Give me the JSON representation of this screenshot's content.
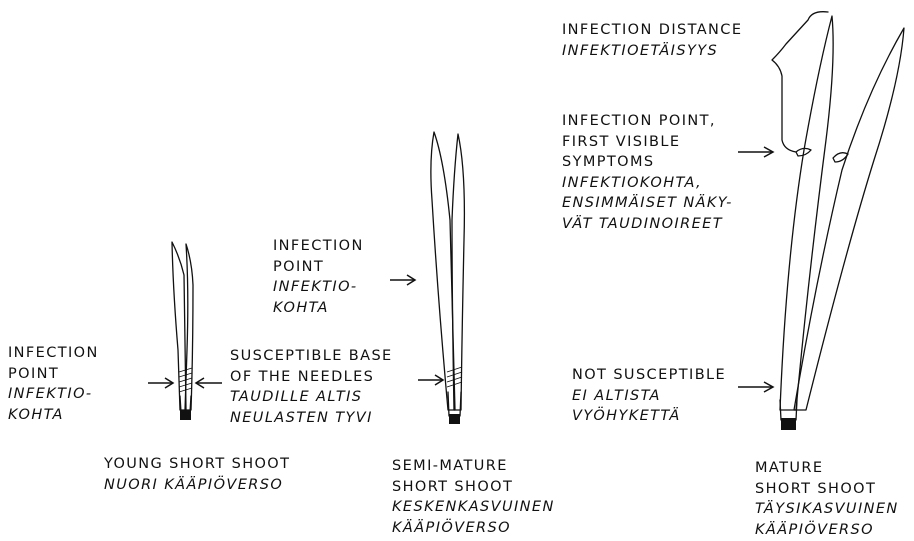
{
  "shoots": {
    "young": {
      "name_en": "YOUNG SHORT SHOOT",
      "name_fi": "NUORI KÄÄPIÖVERSO",
      "infection_en": [
        "INFECTION",
        "POINT"
      ],
      "infection_fi": [
        "INFEKTIO-",
        "KOHTA"
      ]
    },
    "semi_mature": {
      "name_en": [
        "SEMI-MATURE",
        "SHORT SHOOT"
      ],
      "name_fi": [
        "KESKENKASVUINEN",
        "KÄÄPIÖVERSO"
      ],
      "infection_en": [
        "INFECTION",
        "POINT"
      ],
      "infection_fi": [
        "INFEKTIO-",
        "KOHTA"
      ],
      "base_en": [
        "SUSCEPTIBLE BASE",
        "OF THE NEEDLES"
      ],
      "base_fi": [
        "TAUDILLE ALTIS",
        "NEULASTEN TYVI"
      ]
    },
    "mature": {
      "name_en": [
        "MATURE",
        "SHORT SHOOT"
      ],
      "name_fi": [
        "TÄYSIKASVUINEN",
        "KÄÄPIÖVERSO"
      ],
      "distance_en": "INFECTION DISTANCE",
      "distance_fi": "INFEKTIOETÄISYYS",
      "symptoms_en": [
        "INFECTION POINT,",
        "FIRST VISIBLE",
        "SYMPTOMS"
      ],
      "symptoms_fi": [
        "INFEKTIOKOHTA,",
        "ENSIMMÄISET NÄKY-",
        "VÄT TAUDINOIREET"
      ],
      "not_susceptible_en": "NOT SUSCEPTIBLE",
      "not_susceptible_fi": [
        "EI ALTISTA",
        "VYÖHYKETTÄ"
      ]
    }
  }
}
